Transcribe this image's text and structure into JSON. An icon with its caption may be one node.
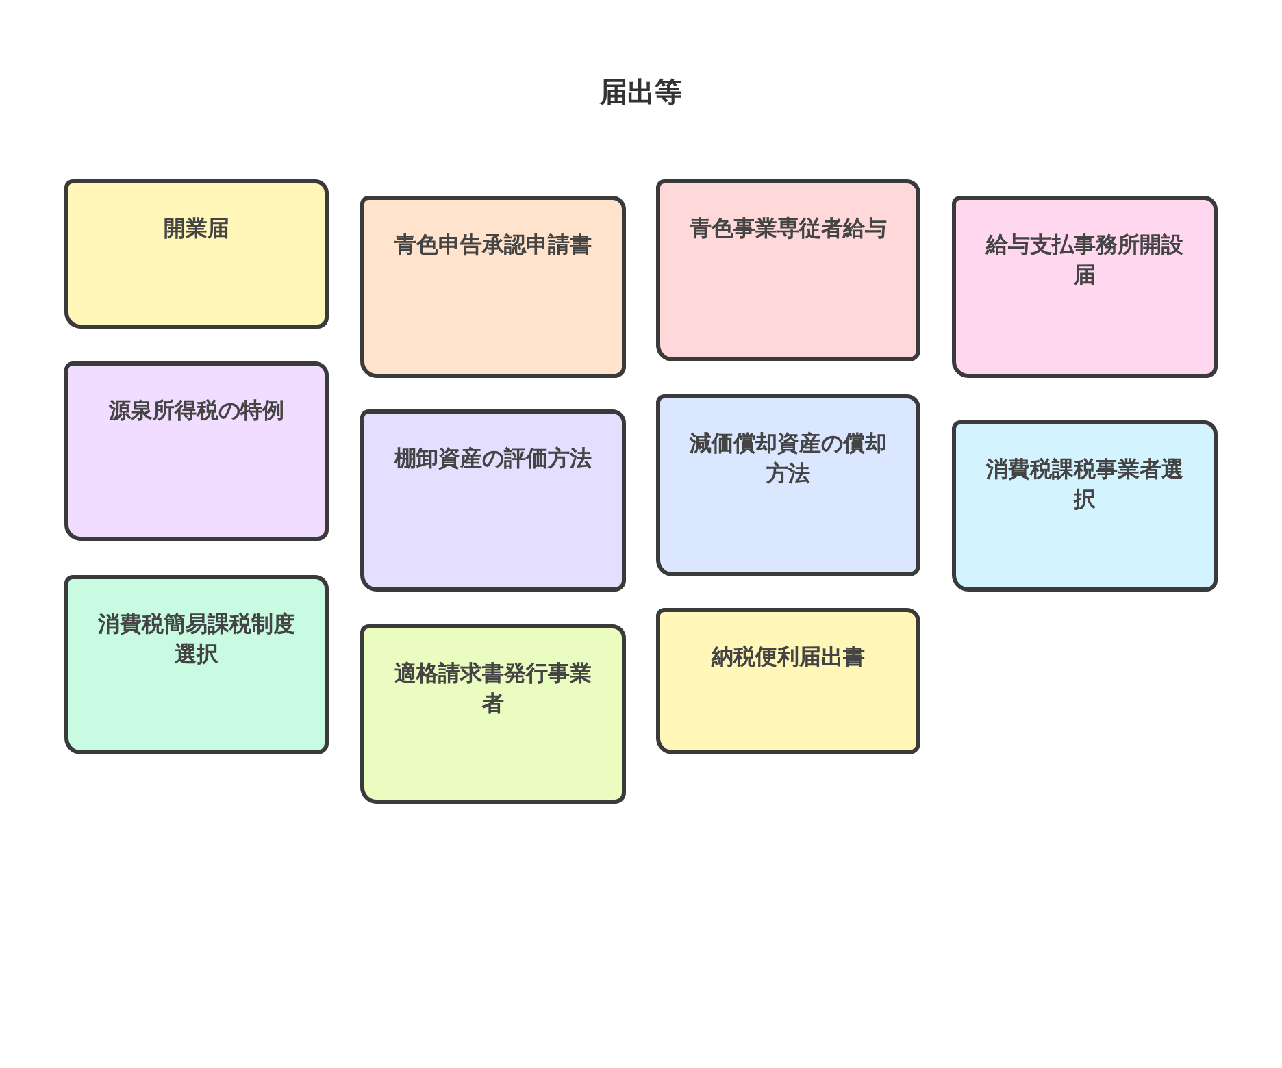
{
  "diagram": {
    "title": "届出等",
    "nodes": [
      {
        "text": [
          "開業届"
        ]
      },
      {
        "text": [
          "青色申告承認申請書"
        ]
      },
      {
        "text": [
          "青色事業専従者給与"
        ]
      },
      {
        "text": [
          "給与支払事務所開設届"
        ]
      },
      {
        "text": [
          "源泉所得税の特例"
        ]
      },
      {
        "text": [
          "棚卸資産の評価方法"
        ]
      },
      {
        "text": [
          "減価償却資産の償却方法"
        ]
      },
      {
        "text": [
          "消費税課税事業者選択"
        ]
      },
      {
        "text": [
          "消費税簡易課税制度選択"
        ]
      },
      {
        "text": [
          "適格請求書発行事業者"
        ]
      },
      {
        "text": [
          "納税便利届出書"
        ]
      }
    ]
  }
}
